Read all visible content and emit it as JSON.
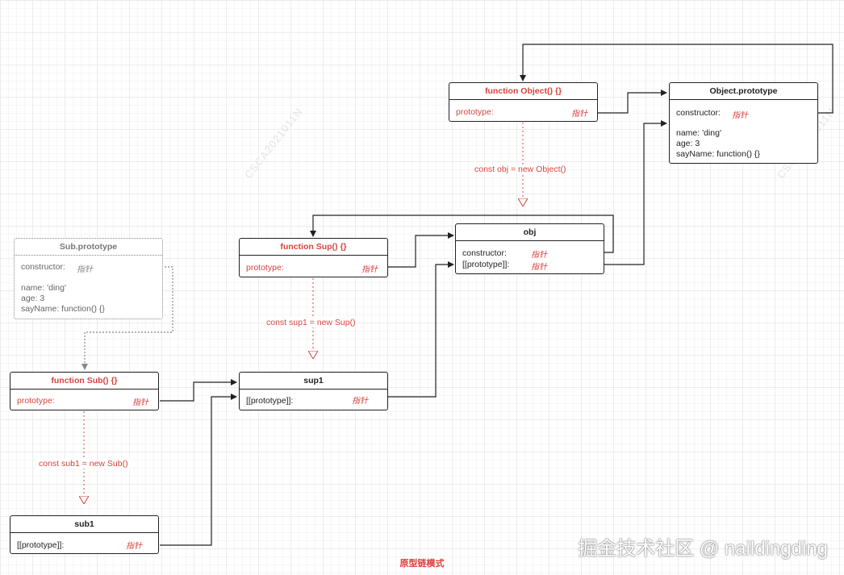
{
  "caption": "原型链模式",
  "watermark": "掘金技术社区 @ naildingding",
  "faint_watermark": "CSCA2021011N",
  "boxes": {
    "object_fn": {
      "title": "function Object() {}",
      "row1": "prototype:",
      "ptr": "指针"
    },
    "object_proto": {
      "title": "Object.prototype",
      "row1": "constructor:",
      "ptr": "指针",
      "row2": "name: 'ding'",
      "row3": "age: 3",
      "row4": "sayName: function() {}"
    },
    "sup_fn": {
      "title": "function Sup() {}",
      "row1": "prototype:",
      "ptr": "指针"
    },
    "obj": {
      "title": "obj",
      "row1": "constructor:",
      "ptr1": "指针",
      "row2": "[[prototype]]:",
      "ptr2": "指针"
    },
    "sub_proto": {
      "title": "Sub.prototype",
      "row1": "constructor:",
      "ptr": "指针",
      "row2": "name: 'ding'",
      "row3": "age: 3",
      "row4": "sayName: function() {}"
    },
    "sub_fn": {
      "title": "function Sub() {}",
      "row1": "prototype:",
      "ptr": "指针"
    },
    "sup1": {
      "title": "sup1",
      "row1": "[[prototype]]:",
      "ptr": "指针"
    },
    "sub1": {
      "title": "sub1",
      "row1": "[[prototype]]:",
      "ptr": "指针"
    }
  },
  "edge_labels": {
    "new_object": "const obj = new Object()",
    "new_sup": "const sup1 = new Sup()",
    "new_sub": "const sub1 = new Sub()"
  }
}
